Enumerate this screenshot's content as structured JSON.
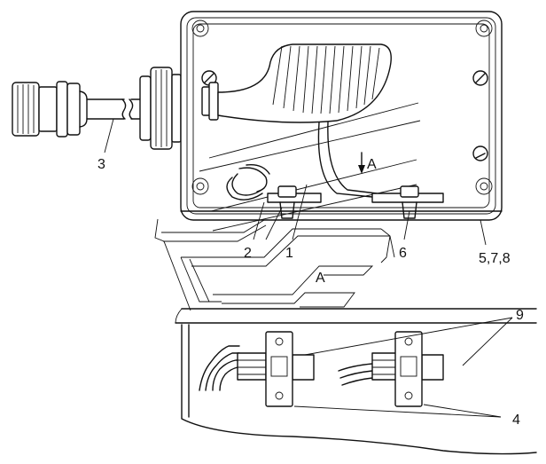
{
  "labels": {
    "l1": "1",
    "l2": "2",
    "l3": "3",
    "l4": "4",
    "l6": "6",
    "l578": "5,7,8",
    "l9": "9",
    "view_a_arrow": "A",
    "view_a_section": "A"
  }
}
